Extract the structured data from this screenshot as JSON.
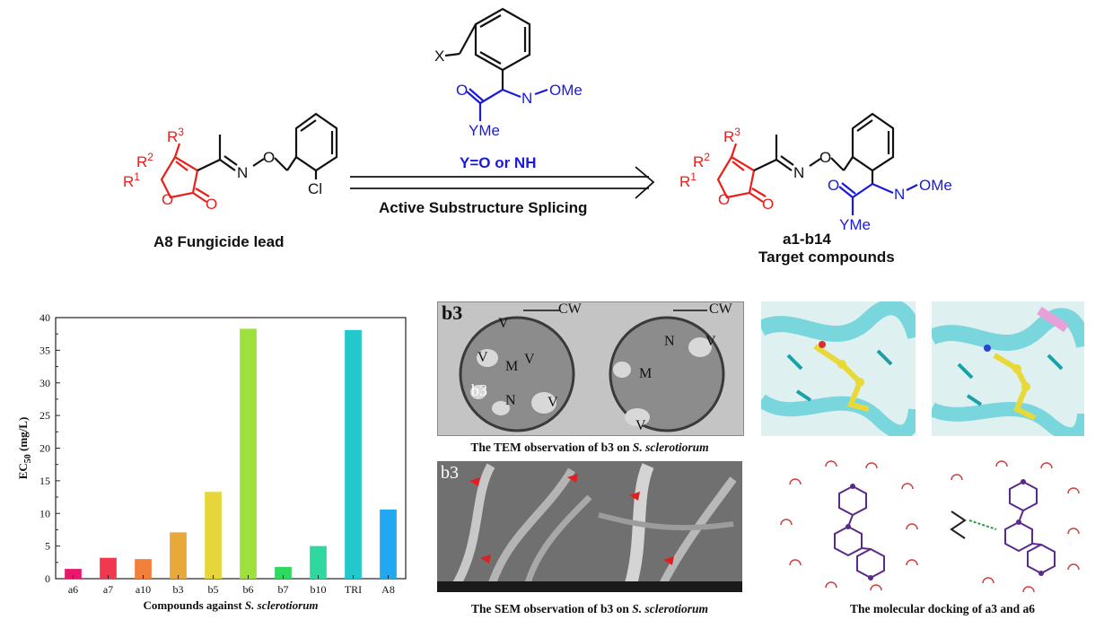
{
  "scheme": {
    "reagent_x": "X",
    "reagent_ome": "OMe",
    "reagent_n": "N",
    "reagent_o": "O",
    "reagent_yme": "YMe",
    "condition_y": "Y=O or NH",
    "arrow_label": "Active Substructure Splicing",
    "lead_label": "A8 Fungicide lead",
    "lead_r3": "R3",
    "lead_r2": "R2",
    "lead_r1": "R1",
    "lead_n": "N",
    "lead_o": "O",
    "lead_cl": "Cl",
    "lead_ring_o": "O",
    "lead_carbonyl_o": "O",
    "target_r3": "R3",
    "target_r2": "R2",
    "target_r1": "R1",
    "target_n": "N",
    "target_o": "O",
    "target_ome": "OMe",
    "target_yme": "YMe",
    "target_o2": "O",
    "target_n2": "N",
    "target_ring_o": "O",
    "target_carbonyl_o": "O",
    "target_label1": "a1-b14",
    "target_label2": "Target compounds",
    "colors": {
      "red": "#e8201c",
      "blue": "#1a1ad8",
      "black": "#111111"
    }
  },
  "chart_data": {
    "type": "bar",
    "categories": [
      "a6",
      "a7",
      "a10",
      "b3",
      "b5",
      "b6",
      "b7",
      "b10",
      "TRI",
      "A8"
    ],
    "values": [
      1.5,
      3.2,
      3.0,
      7.1,
      13.3,
      38.3,
      1.8,
      5.0,
      38.1,
      10.6
    ],
    "colors": [
      "#e8186e",
      "#f0394f",
      "#f0803a",
      "#e8a83a",
      "#e6d63c",
      "#9ee03c",
      "#2fd85e",
      "#2fd8a0",
      "#22c8cc",
      "#22a8f0"
    ],
    "ylabel": "EC50 (mg/L)",
    "xlabel_prefix": "Compounds against ",
    "xlabel_italic": "S. sclerotiorum",
    "ylim": [
      0,
      40
    ],
    "yticks": [
      0,
      5,
      10,
      15,
      20,
      25,
      30,
      35,
      40
    ],
    "grid": false,
    "legend": "none"
  },
  "tem": {
    "tag": "b3",
    "inner_tag": "b3",
    "labels": [
      "CW",
      "CW",
      "V",
      "V",
      "V",
      "M",
      "N",
      "N",
      "V",
      "M",
      "V",
      "V"
    ],
    "caption_prefix": "The TEM observation of b3 on ",
    "caption_italic": "S. sclerotiorum"
  },
  "sem": {
    "tag": "b3",
    "caption_prefix": "The SEM observation of b3 on ",
    "caption_italic": "S. sclerotiorum"
  },
  "docking": {
    "caption": "The molecular docking of a3 and a6"
  }
}
